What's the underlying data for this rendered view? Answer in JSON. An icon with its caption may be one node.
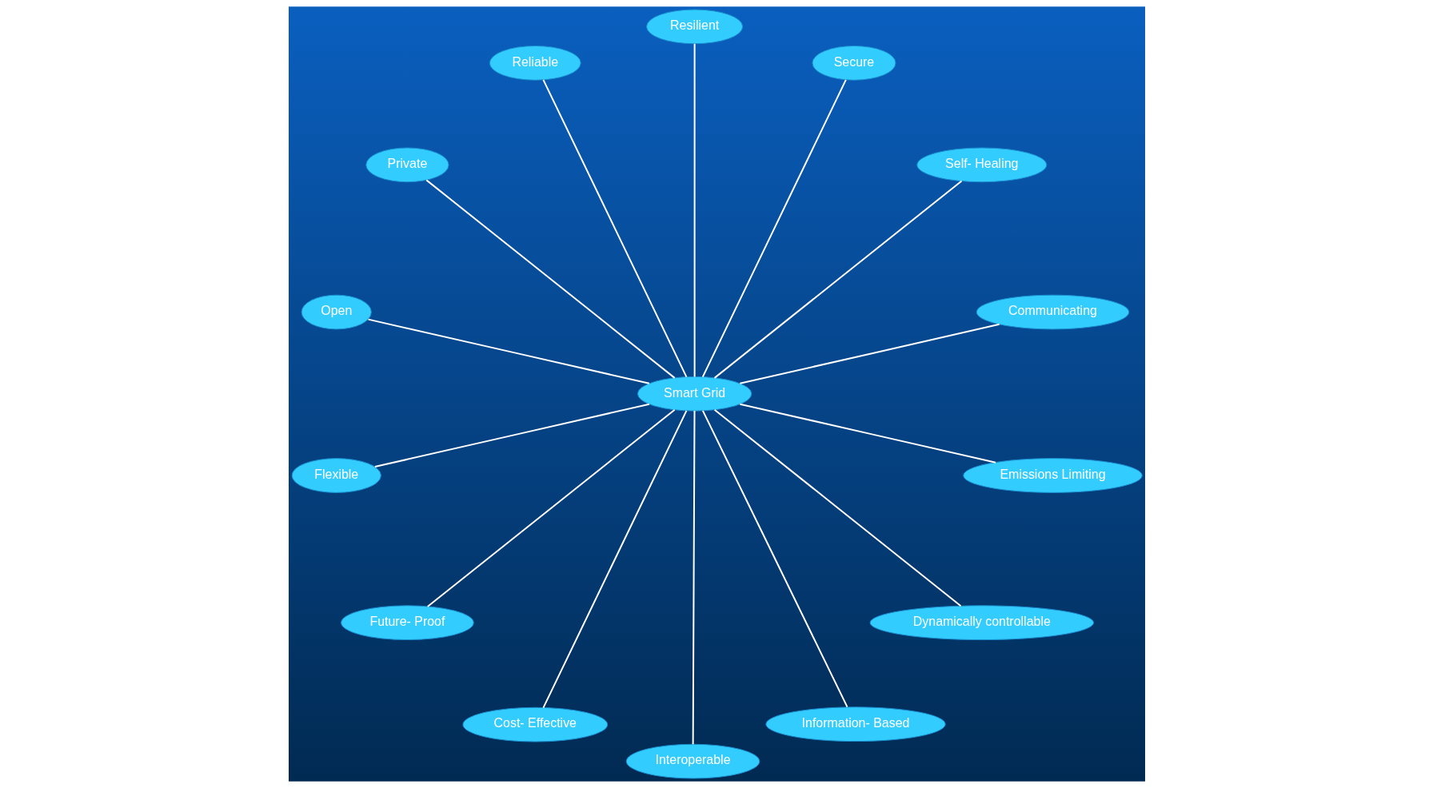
{
  "diagram": {
    "nodes": [
      {
        "text": [
          "Smart Grid"
        ]
      },
      {
        "text": [
          "Communicating"
        ]
      },
      {
        "text": [
          "Self- Healing"
        ]
      },
      {
        "text": [
          "Secure"
        ]
      },
      {
        "text": [
          "Resilient"
        ]
      },
      {
        "text": [
          "Reliable"
        ]
      },
      {
        "text": [
          "Private"
        ]
      },
      {
        "text": [
          "Open"
        ]
      },
      {
        "text": [
          "Flexible"
        ]
      },
      {
        "text": [
          "Future- Proof"
        ]
      },
      {
        "text": [
          "Cost- Effective"
        ]
      },
      {
        "text": [
          "Interoperable"
        ]
      },
      {
        "text": [
          "Information- Based"
        ]
      },
      {
        "text": [
          "Dynamically controllable"
        ]
      },
      {
        "text": [
          "Emissions Limiting"
        ]
      }
    ],
    "edges": [
      {
        "from": 0,
        "to": 1,
        "arrow": "none"
      },
      {
        "from": 0,
        "to": 2,
        "arrow": "none"
      },
      {
        "from": 0,
        "to": 3,
        "arrow": "none"
      },
      {
        "from": 0,
        "to": 4,
        "arrow": "none"
      },
      {
        "from": 0,
        "to": 5,
        "arrow": "none"
      },
      {
        "from": 0,
        "to": 6,
        "arrow": "none"
      },
      {
        "from": 0,
        "to": 7,
        "arrow": "none"
      },
      {
        "from": 0,
        "to": 8,
        "arrow": "none"
      },
      {
        "from": 0,
        "to": 9,
        "arrow": "none"
      },
      {
        "from": 0,
        "to": 10,
        "arrow": "none"
      },
      {
        "from": 0,
        "to": 11,
        "arrow": "none"
      },
      {
        "from": 0,
        "to": 12,
        "arrow": "none"
      },
      {
        "from": 0,
        "to": 13,
        "arrow": "none"
      },
      {
        "from": 0,
        "to": 14,
        "arrow": "none"
      }
    ]
  }
}
